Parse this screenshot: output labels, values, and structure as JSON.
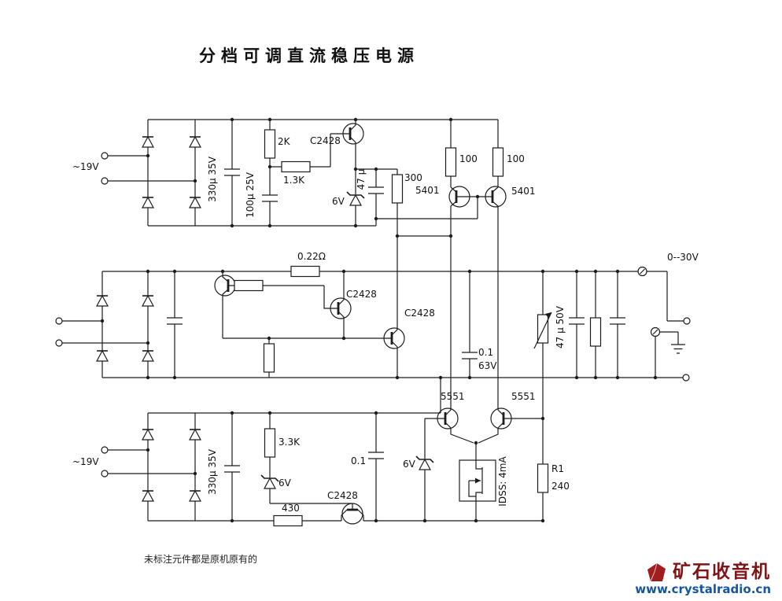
{
  "title": "分档可调直流稳压电源",
  "note": "未标注元件都是原机原有的",
  "watermark": {
    "brand": "矿石收音机",
    "url": "www.crystalradio.cn"
  },
  "labels": {
    "ac_top": "~19V",
    "ac_bottom": "~19V",
    "cap_330u_top": "330μ 35V",
    "res_2k": "2K",
    "q1": "C2428",
    "res_1k3": "1.3K",
    "cap_100u": "100μ 25V",
    "zener_6v_top": "6V",
    "cap_47u": "47 μ",
    "res_300": "300",
    "res_100_left": "100",
    "res_100_right": "100",
    "q_5401_left": "5401",
    "q_5401_right": "5401",
    "res_022": "0.22Ω",
    "q_drv": "C2428",
    "q_drv2": "C2428",
    "cap_01_value": "0.1",
    "cap_01_voltage": "63V",
    "cap_47u50": "47 μ 50V",
    "output_range": "0--30V",
    "q_5551_left": "5551",
    "q_5551_right": "5551",
    "res_3k3": "3.3K",
    "cap_330u_bottom": "330μ 35V",
    "zener_6v_bottom_left": "6V",
    "res_430": "430",
    "q_bottom": "C2428",
    "cap_01_bottom": "0.1",
    "zener_6v_bottom_right": "6V",
    "jfet_idss": "IDSS: 4mA",
    "r1_name": "R1",
    "r1_value": "240"
  }
}
